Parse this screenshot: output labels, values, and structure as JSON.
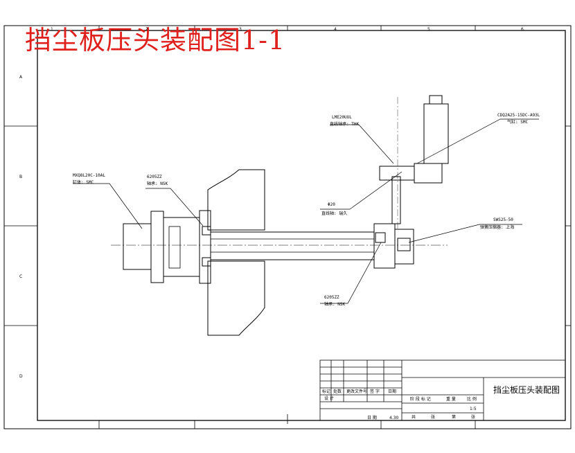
{
  "drawing": {
    "title_overlay": "挡尘板压头装配图1-1",
    "zones": {
      "columns": [
        "1",
        "2",
        "3",
        "4",
        "5",
        "6"
      ],
      "rows": [
        "A",
        "B",
        "C",
        "D"
      ]
    },
    "callouts": {
      "cylinder_model": "MXQ8L20C-10AL",
      "cylinder_maker": "缸体: SMC",
      "bearing_left_model": "6205ZZ",
      "bearing_left_maker": "轴承: NSK",
      "linear_bearing_model": "LME20UUL",
      "linear_bearing_maker": "直线轴承: THK",
      "air_cylinder_model": "CDQ2A25-15DC-A93L",
      "air_cylinder_maker": "气缸: SMC",
      "shaft_model": "Φ20",
      "shaft_maker": "直线轴: 瑞久",
      "spring_model": "SWS25-50",
      "spring_maker": "弹簧压缩器: 上海",
      "bearing_right_model": "6205ZZ",
      "bearing_right_maker": "轴承: NSK"
    },
    "title_block": {
      "drawing_name": "挡尘板压头装配图",
      "left_rows": [
        "标记",
        "处数",
        "更改文件号",
        "签 字",
        "日期"
      ],
      "designer": "设 计",
      "stage_labels": [
        "阶 段 标 记",
        "重 量",
        "比 例"
      ],
      "scale": "1:5",
      "date_label": "日 期",
      "date_value": "4.30",
      "sheet_labels": [
        "共",
        "张",
        "第",
        "张"
      ]
    }
  }
}
